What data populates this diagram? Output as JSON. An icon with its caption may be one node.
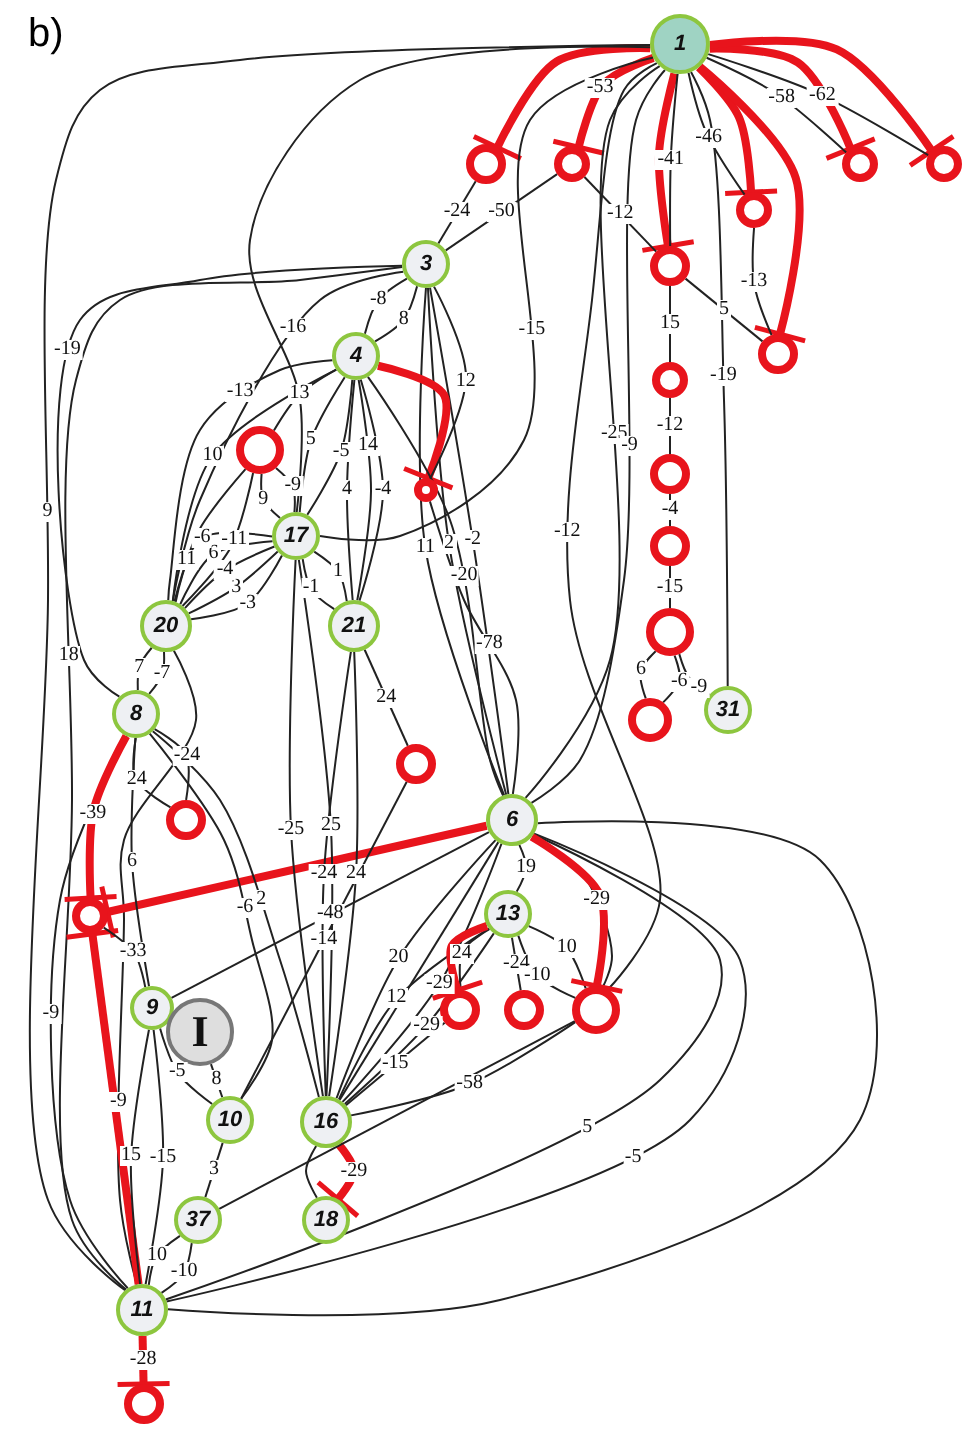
{
  "diagram": {
    "title": "b)",
    "nodes": [
      {
        "text": [
          "1"
        ]
      },
      {
        "text": [],
        "shape": "circle"
      },
      {
        "text": [],
        "shape": "circle"
      },
      {
        "text": [],
        "shape": "circle"
      },
      {
        "text": [],
        "shape": "circle"
      },
      {
        "text": [],
        "shape": "circle"
      },
      {
        "text": [],
        "shape": "circle"
      },
      {
        "text": [],
        "shape": "circle"
      },
      {
        "text": [
          "3"
        ]
      },
      {
        "text": [
          "4"
        ]
      },
      {
        "text": [],
        "shape": "circle"
      },
      {
        "text": [],
        "shape": "circle"
      },
      {
        "text": [
          "17"
        ]
      },
      {
        "text": [
          "20"
        ]
      },
      {
        "text": [
          "21"
        ]
      },
      {
        "text": [],
        "shape": "circle"
      },
      {
        "text": [],
        "shape": "circle"
      },
      {
        "text": [],
        "shape": "circle"
      },
      {
        "text": [],
        "shape": "circle"
      },
      {
        "text": [],
        "shape": "circle"
      },
      {
        "text": [
          "31"
        ]
      },
      {
        "text": [
          "8"
        ]
      },
      {
        "text": [],
        "shape": "circle"
      },
      {
        "text": [],
        "shape": "circle"
      },
      {
        "text": [
          "6"
        ]
      },
      {
        "text": [],
        "shape": "circle"
      },
      {
        "text": [
          "13"
        ]
      },
      {
        "text": [],
        "shape": "circle"
      },
      {
        "text": [],
        "shape": "circle"
      },
      {
        "text": [],
        "shape": "circle"
      },
      {
        "text": [
          "9"
        ]
      },
      {
        "text": [
          "I"
        ]
      },
      {
        "text": [
          "10"
        ]
      },
      {
        "text": [
          "16"
        ]
      },
      {
        "text": [
          "37"
        ]
      },
      {
        "text": [
          "18"
        ]
      },
      {
        "text": [
          "11"
        ]
      },
      {
        "text": [],
        "shape": "circle"
      }
    ],
    "edges": [
      {
        "from": 0,
        "to": 1,
        "arrow": "other",
        "style": "thick",
        "color": "#e8141c"
      },
      {
        "from": 0,
        "to": 2,
        "arrow": "other",
        "style": "thick",
        "color": "#e8141c",
        "label": "-53"
      },
      {
        "from": 0,
        "to": 6,
        "arrow": "other",
        "style": "thick",
        "color": "#e8141c"
      },
      {
        "from": 0,
        "to": 3,
        "arrow": "other",
        "style": "thick",
        "color": "#e8141c"
      },
      {
        "from": 0,
        "to": 7,
        "arrow": "other",
        "style": "thick",
        "color": "#e8141c"
      },
      {
        "from": 0,
        "to": 4,
        "arrow": "other",
        "style": "thick",
        "color": "#e8141c"
      },
      {
        "from": 0,
        "to": 5,
        "arrow": "other",
        "style": "thick",
        "color": "#e8141c"
      },
      {
        "from": 0,
        "to": 4,
        "arrow": "none",
        "label": "-58"
      },
      {
        "from": 0,
        "to": 5,
        "arrow": "none",
        "label": "-62"
      },
      {
        "from": 0,
        "to": 6,
        "arrow": "none",
        "label": "-41"
      },
      {
        "from": 0,
        "to": 3,
        "arrow": "none",
        "label": "-46"
      },
      {
        "from": 3,
        "to": 7,
        "arrow": "none",
        "label": "-13"
      },
      {
        "from": 1,
        "to": 8,
        "arrow": "none",
        "label": "-24"
      },
      {
        "from": 2,
        "to": 8,
        "arrow": "none",
        "label": "-50"
      },
      {
        "from": 2,
        "to": 6,
        "arrow": "none",
        "label": "-12"
      },
      {
        "from": 6,
        "to": 7,
        "arrow": "none",
        "label": "5"
      },
      {
        "from": 6,
        "to": 15,
        "arrow": "none",
        "label": "15"
      },
      {
        "from": 15,
        "to": 16,
        "arrow": "none",
        "label": "-12"
      },
      {
        "from": 16,
        "to": 17,
        "arrow": "none",
        "label": "-4"
      },
      {
        "from": 17,
        "to": 18,
        "arrow": "none",
        "label": "-15"
      },
      {
        "from": 18,
        "to": 19,
        "arrow": "none",
        "label": "6"
      },
      {
        "from": 18,
        "to": 19,
        "arrow": "none",
        "label": "-6"
      },
      {
        "from": 18,
        "to": 20,
        "arrow": "none",
        "label": "-9"
      },
      {
        "from": 0,
        "to": 20,
        "arrow": "none",
        "label": "-19"
      },
      {
        "from": 0,
        "to": 24,
        "arrow": "none",
        "label": "-25"
      },
      {
        "from": 0,
        "to": 24,
        "arrow": "none",
        "label": "-9"
      },
      {
        "from": 0,
        "to": 29,
        "arrow": "none",
        "label": "-12"
      },
      {
        "from": 0,
        "to": 12,
        "arrow": "none",
        "label": "-15"
      },
      {
        "from": 8,
        "to": 24,
        "arrow": "none",
        "label": "11"
      },
      {
        "from": 8,
        "to": 24,
        "arrow": "none",
        "label": "2"
      },
      {
        "from": 8,
        "to": 24,
        "arrow": "none",
        "label": "-2"
      },
      {
        "from": 8,
        "to": 9,
        "arrow": "none",
        "label": "-8"
      },
      {
        "from": 8,
        "to": 9,
        "arrow": "none",
        "label": "8"
      },
      {
        "from": 8,
        "to": 13,
        "arrow": "none",
        "label": "-16"
      },
      {
        "from": 9,
        "to": 11,
        "arrow": "other",
        "style": "thick",
        "color": "#e8141c"
      },
      {
        "from": 9,
        "to": 12,
        "arrow": "none",
        "label": "-5"
      },
      {
        "from": 9,
        "to": 12,
        "arrow": "none",
        "label": "5"
      },
      {
        "from": 9,
        "to": 13,
        "arrow": "none",
        "label": "-13"
      },
      {
        "from": 9,
        "to": 10,
        "arrow": "none",
        "label": "13"
      },
      {
        "from": 9,
        "to": 14,
        "arrow": "none",
        "label": "14"
      },
      {
        "from": 9,
        "to": 14,
        "arrow": "none",
        "label": "4"
      },
      {
        "from": 9,
        "to": 14,
        "arrow": "none",
        "label": "-4"
      },
      {
        "from": 8,
        "to": 11,
        "arrow": "none",
        "label": "12"
      },
      {
        "from": 10,
        "to": 12,
        "arrow": "none",
        "label": "-9"
      },
      {
        "from": 10,
        "to": 12,
        "arrow": "none",
        "label": "9"
      },
      {
        "from": 10,
        "to": 13,
        "arrow": "none",
        "label": "-11"
      },
      {
        "from": 10,
        "to": 13,
        "arrow": "none",
        "label": "11"
      },
      {
        "from": 12,
        "to": 13,
        "arrow": "none",
        "label": "-3"
      },
      {
        "from": 12,
        "to": 13,
        "arrow": "none",
        "label": "3"
      },
      {
        "from": 12,
        "to": 13,
        "arrow": "none",
        "label": "-4"
      },
      {
        "from": 12,
        "to": 13,
        "arrow": "none",
        "label": "6"
      },
      {
        "from": 12,
        "to": 13,
        "arrow": "none",
        "label": "-6"
      },
      {
        "from": 12,
        "to": 14,
        "arrow": "none",
        "label": "1"
      },
      {
        "from": 12,
        "to": 14,
        "arrow": "none",
        "label": "-1"
      },
      {
        "from": 11,
        "to": 24,
        "arrow": "none",
        "label": "-78"
      },
      {
        "from": 9,
        "to": 24,
        "arrow": "none",
        "label": "-20"
      },
      {
        "from": 14,
        "to": 23,
        "arrow": "none",
        "label": "24"
      },
      {
        "from": 9,
        "to": 13,
        "arrow": "none",
        "label": "10"
      },
      {
        "from": 13,
        "to": 21,
        "arrow": "none",
        "label": "-7"
      },
      {
        "from": 13,
        "to": 21,
        "arrow": "none",
        "label": "7"
      },
      {
        "from": 8,
        "to": 21,
        "arrow": "none",
        "label": "-19"
      },
      {
        "from": 0,
        "to": 36,
        "arrow": "none",
        "label": "9"
      },
      {
        "from": 8,
        "to": 36,
        "arrow": "none",
        "label": "18"
      },
      {
        "from": 21,
        "to": 36,
        "arrow": "none",
        "label": "-9"
      },
      {
        "from": 13,
        "to": 36,
        "arrow": "none",
        "label": "-9"
      },
      {
        "from": 21,
        "to": 22,
        "arrow": "none",
        "label": "-24"
      },
      {
        "from": 21,
        "to": 22,
        "arrow": "none",
        "label": "24"
      },
      {
        "from": 21,
        "to": 25,
        "arrow": "other",
        "style": "thick",
        "color": "#e8141c",
        "label": "-39"
      },
      {
        "from": 24,
        "to": 25,
        "arrow": "other",
        "style": "thick",
        "color": "#e8141c"
      },
      {
        "from": 36,
        "to": 25,
        "arrow": "other",
        "style": "thick",
        "color": "#e8141c"
      },
      {
        "from": 25,
        "to": 30,
        "arrow": "none",
        "label": "-33"
      },
      {
        "from": 21,
        "to": 30,
        "arrow": "none",
        "label": "6"
      },
      {
        "from": 21,
        "to": 32,
        "arrow": "none",
        "label": "-6"
      },
      {
        "from": 21,
        "to": 33,
        "arrow": "none",
        "label": "2"
      },
      {
        "from": 23,
        "to": 32,
        "arrow": "none",
        "label": "-14"
      },
      {
        "from": 12,
        "to": 33,
        "arrow": "none",
        "label": "25"
      },
      {
        "from": 12,
        "to": 33,
        "arrow": "none",
        "label": "-25"
      },
      {
        "from": 14,
        "to": 33,
        "arrow": "none",
        "label": "24"
      },
      {
        "from": 14,
        "to": 33,
        "arrow": "none",
        "label": "-24"
      },
      {
        "from": 24,
        "to": 30,
        "arrow": "none",
        "label": "-48"
      },
      {
        "from": 24,
        "to": 33,
        "arrow": "none",
        "label": "20"
      },
      {
        "from": 24,
        "to": 33,
        "arrow": "none",
        "label": "-29"
      },
      {
        "from": 26,
        "to": 33,
        "arrow": "none",
        "label": "12"
      },
      {
        "from": 26,
        "to": 33,
        "arrow": "none",
        "label": "-29"
      },
      {
        "from": 26,
        "to": 27,
        "arrow": "none",
        "label": "24"
      },
      {
        "from": 26,
        "to": 28,
        "arrow": "none",
        "label": "-24"
      },
      {
        "from": 26,
        "to": 29,
        "arrow": "none",
        "label": "-10"
      },
      {
        "from": 26,
        "to": 29,
        "arrow": "none",
        "label": "10"
      },
      {
        "from": 24,
        "to": 29,
        "arrow": "none",
        "label": "-29"
      },
      {
        "from": 24,
        "to": 26,
        "arrow": "none",
        "label": "19"
      },
      {
        "from": 27,
        "to": 33,
        "arrow": "none",
        "label": "-15"
      },
      {
        "from": 29,
        "to": 33,
        "arrow": "none",
        "label": "-58"
      },
      {
        "from": 24,
        "to": 36,
        "arrow": "none",
        "label": "5"
      },
      {
        "from": 24,
        "to": 36,
        "arrow": "none",
        "label": "-5"
      },
      {
        "from": 26,
        "to": 27,
        "arrow": "other",
        "style": "thick",
        "color": "#e8141c"
      },
      {
        "from": 24,
        "to": 29,
        "arrow": "other",
        "style": "thick",
        "color": "#e8141c"
      },
      {
        "from": 30,
        "to": 32,
        "arrow": "none",
        "label": "-5"
      },
      {
        "from": 31,
        "to": 32,
        "arrow": "none",
        "label": "8"
      },
      {
        "from": 30,
        "to": 36,
        "arrow": "none",
        "label": "15"
      },
      {
        "from": 30,
        "to": 36,
        "arrow": "none",
        "label": "-15"
      },
      {
        "from": 32,
        "to": 34,
        "arrow": "none",
        "label": "3"
      },
      {
        "from": 34,
        "to": 36,
        "arrow": "none",
        "label": "10"
      },
      {
        "from": 34,
        "to": 36,
        "arrow": "none",
        "label": "-10"
      },
      {
        "from": 33,
        "to": 35,
        "arrow": "other",
        "style": "thick",
        "color": "#e8141c",
        "label": "-29"
      },
      {
        "from": 33,
        "to": 35,
        "arrow": "none"
      },
      {
        "from": 36,
        "to": 37,
        "arrow": "other",
        "style": "thick",
        "color": "#e8141c",
        "label": "-28"
      },
      {
        "from": 34,
        "to": 29,
        "arrow": "none"
      },
      {
        "from": 36,
        "to": 24,
        "arrow": "none"
      },
      {
        "from": 33,
        "to": 24,
        "arrow": "none"
      },
      {
        "from": 0,
        "to": 12,
        "arrow": "none"
      }
    ]
  }
}
